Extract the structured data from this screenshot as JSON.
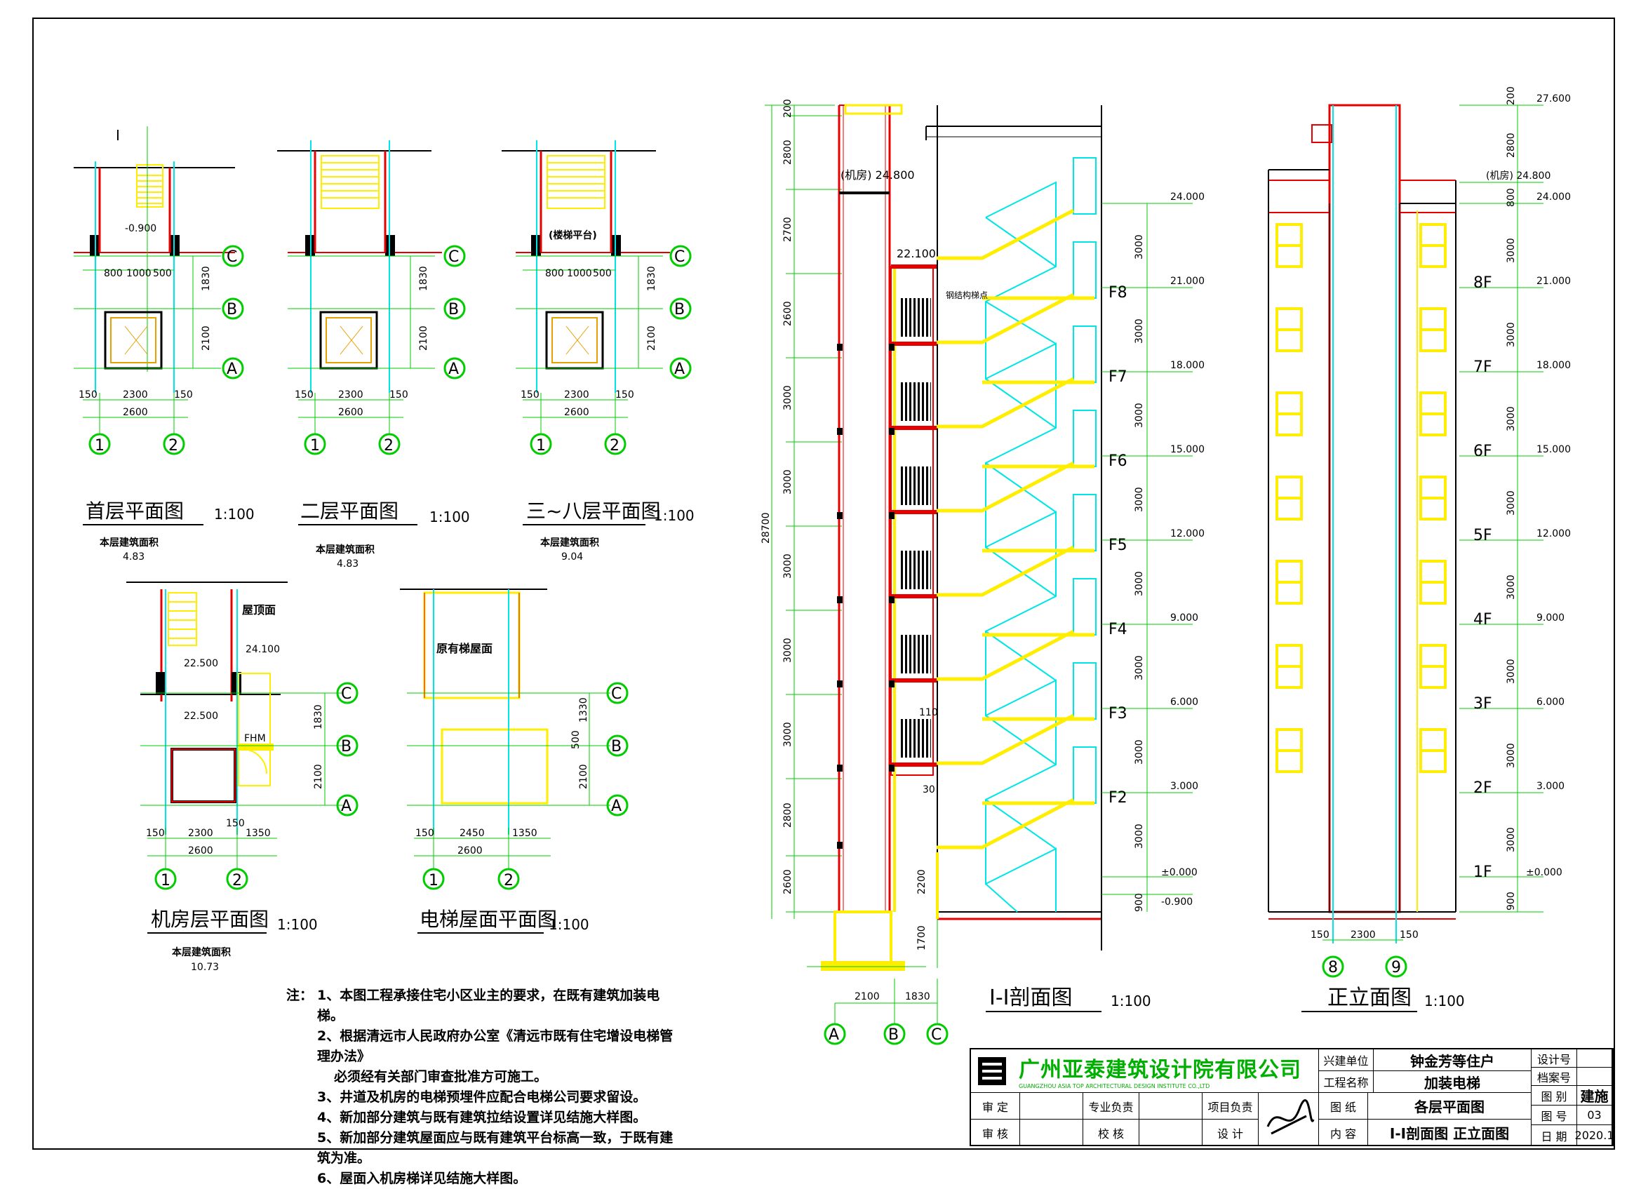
{
  "plans": {
    "p1": {
      "title": "首层平面图",
      "scale": "1:100",
      "area_label": "本层建筑面积",
      "area": "4.83",
      "section_mark": "I",
      "level": "-0.900"
    },
    "p2": {
      "title": "二层平面图",
      "scale": "1:100",
      "area_label": "本层建筑面积",
      "area": "4.83"
    },
    "p3": {
      "title": "三~八层平面图",
      "scale": "1:100",
      "area_label": "本层建筑面积",
      "area": "9.04",
      "platform": "(楼梯平台)"
    },
    "p4": {
      "title": "机房层平面图",
      "scale": "1:100",
      "area_label": "本层建筑面积",
      "area": "10.73",
      "roof_label": "屋顶面",
      "lvl1": "22.500",
      "lvl2": "24.100",
      "lvl3": "22.500",
      "door": "FHM"
    },
    "p5": {
      "title": "电梯屋面平面图",
      "scale": "1:100",
      "roof_label": "原有梯屋面"
    },
    "dims": {
      "d800": "800",
      "d1000": "1000",
      "d500": "500",
      "d1830": "1830",
      "d2100": "2100",
      "d150": "150",
      "d2300": "2300",
      "d2600": "2600",
      "d1350": "1350",
      "d2450": "2450",
      "d1330": "1330"
    },
    "grid": {
      "g1": "1",
      "g2": "2",
      "gA": "A",
      "gB": "B",
      "gC": "C",
      "g8": "8",
      "g9": "9"
    }
  },
  "section": {
    "title": "I-I剖面图",
    "scale": "1:100",
    "top_level": "(机房) 24.800",
    "machine_floor": "22.100",
    "note_top": "钢结构梯点",
    "floors": [
      "F8",
      "F7",
      "F6",
      "F5",
      "F4",
      "F3",
      "F2"
    ],
    "levels": [
      "24.000",
      "21.000",
      "18.000",
      "15.000",
      "12.000",
      "9.000",
      "6.000",
      "3.000",
      "±0.000",
      "-0.900"
    ],
    "left_dims": [
      "200",
      "2800",
      "2700",
      "2600",
      "3000",
      "3000",
      "3000",
      "3000",
      "3000",
      "2800",
      "2600"
    ],
    "total_height": "28700",
    "right_dims": [
      "3000",
      "3000",
      "3000",
      "3000",
      "3000",
      "3000",
      "3000",
      "3000",
      "900"
    ],
    "pit_dims": [
      "2200",
      "1700"
    ],
    "bottom_dims": [
      "2100",
      "1830"
    ],
    "small": [
      "110",
      "30"
    ]
  },
  "elevation": {
    "title": "正立面图",
    "scale": "1:100",
    "levels": [
      "27.600",
      "(机房) 24.800",
      "24.000",
      "21.000",
      "18.000",
      "15.000",
      "12.000",
      "9.000",
      "6.000",
      "3.000",
      "±0.000"
    ],
    "floors": [
      "8F",
      "7F",
      "6F",
      "5F",
      "4F",
      "3F",
      "2F",
      "1F"
    ],
    "right_dims": [
      "200",
      "2800",
      "800",
      "3000",
      "3000",
      "3000",
      "3000",
      "3000",
      "3000",
      "3000",
      "3000",
      "900"
    ],
    "bottom_dims": [
      "150",
      "2300",
      "150"
    ]
  },
  "notes": {
    "label": "注：",
    "items": [
      "1、本图工程承接住宅小区业主的要求，在既有建筑加装电梯。",
      "2、根据清远市人民政府办公室《清远市既有住宅增设电梯管理办法》",
      "必须经有关部门审查批准方可施工。",
      "3、井道及机房的电梯预埋件应配合电梯公司要求留设。",
      "4、新加部分建筑与既有建筑拉结设置详见结施大样图。",
      "5、新加部分建筑屋面应与既有建筑平台标高一致，于既有建筑为准。",
      "6、屋面入机房梯详见结施大样图。"
    ]
  },
  "title_block": {
    "company": "广州亚泰建筑设计院有限公司",
    "company_en": "GUANGZHOU ASIA TOP ARCHITECTURAL DESIGN INSTITUTE CO.,LTD",
    "client_label": "兴建单位",
    "client": "钟金芳等住户",
    "project_label": "工程名称",
    "project": "加装电梯",
    "drawing_label1": "图 纸",
    "drawing_label2": "内 容",
    "drawing1": "各层平面图",
    "drawing2": "I-I剖面图   正立面图",
    "r1": "设计号",
    "r2": "档案号",
    "r3": "图 别",
    "r4": "图 号",
    "r5": "日 期",
    "v3": "建施",
    "v4": "03",
    "v5": "2020.1",
    "sign": [
      "审 定",
      "审 核",
      "专业负责",
      "校 核",
      "项目负责",
      "设 计"
    ]
  },
  "colors": {
    "green": "#00cc00",
    "red": "#e60000",
    "yellow": "#ffee00",
    "cyan": "#00e5e5",
    "black": "#000000"
  }
}
